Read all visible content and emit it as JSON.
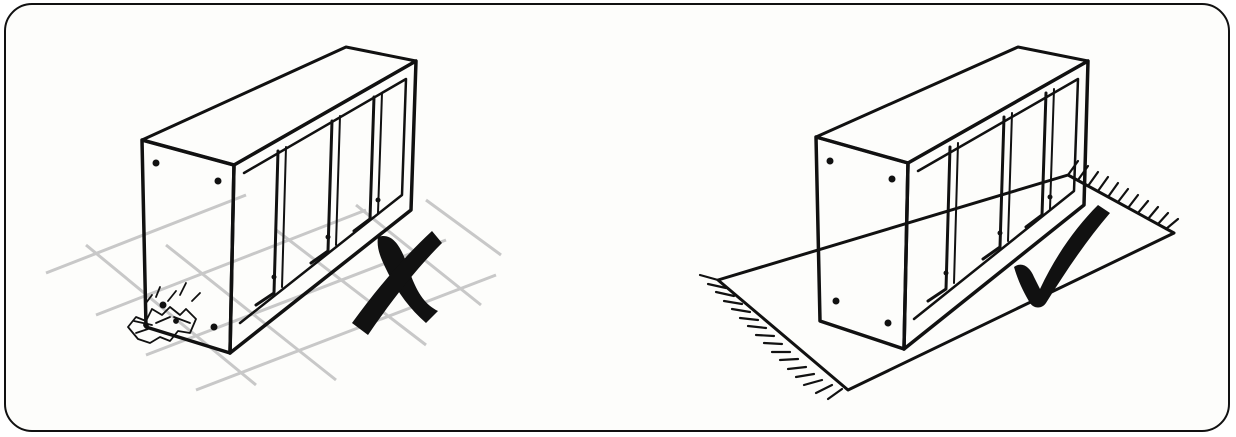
{
  "colors": {
    "ink": "#111111",
    "paper": "#fdfdfb",
    "floor_grid": "#c8c8c8",
    "rug": "#f4f4f2"
  },
  "panels": [
    {
      "id": "wrong",
      "surface": "bare-floor",
      "mark": "cross-icon",
      "verdict": "incorrect"
    },
    {
      "id": "right",
      "surface": "rug",
      "mark": "checkmark-icon",
      "verdict": "correct"
    }
  ]
}
